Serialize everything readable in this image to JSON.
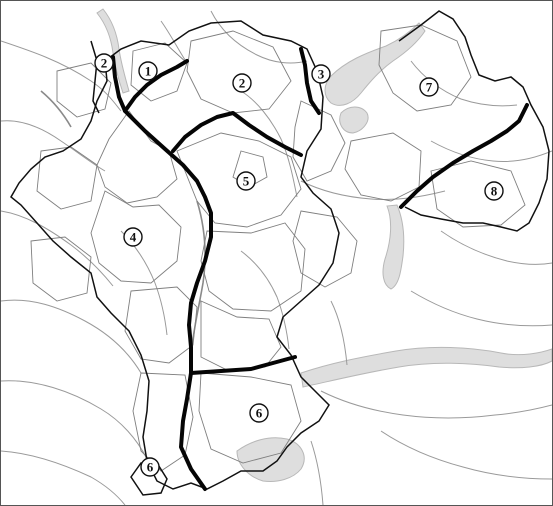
{
  "colors": {
    "route": "#050505",
    "boundary": "#111111",
    "district": "#7f7f7f",
    "river": "#9a9a9a",
    "water": "#dedede"
  },
  "markers": [
    {
      "id": "m1",
      "label": "1"
    },
    {
      "id": "m2a",
      "label": "2"
    },
    {
      "id": "m2b",
      "label": "2"
    },
    {
      "id": "m3",
      "label": "3"
    },
    {
      "id": "m4",
      "label": "4"
    },
    {
      "id": "m5",
      "label": "5"
    },
    {
      "id": "m6a",
      "label": "6"
    },
    {
      "id": "m6b",
      "label": "6"
    },
    {
      "id": "m7",
      "label": "7"
    },
    {
      "id": "m8",
      "label": "8"
    }
  ]
}
